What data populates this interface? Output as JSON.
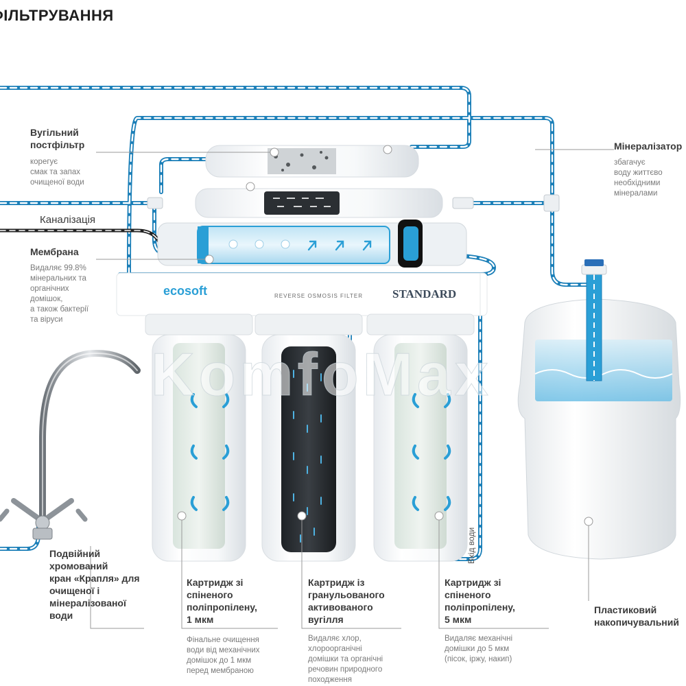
{
  "page": {
    "title": "ФІЛЬТРУВАННЯ"
  },
  "device": {
    "logo": "ecosoft",
    "label_small": "REVERSE OSMOSIS FILTER",
    "model": "STANDARD"
  },
  "watermark": "KomfoMax",
  "labels": {
    "postfilter": {
      "title": "Вугільний постфільтр",
      "desc": [
        "корегує",
        "смак та запах",
        "очищеної води"
      ]
    },
    "drain": {
      "title": "Каналізація"
    },
    "membrane": {
      "title": "Мембрана",
      "desc": [
        "Видаляє 99.8%",
        "мінеральних та",
        "органічних",
        "домішок,",
        "а також бактерії",
        "та віруси"
      ]
    },
    "mineralizer": {
      "title": "Мінералізатор",
      "desc": [
        "збагачує",
        "воду життєво",
        "необхідними",
        "мінералами"
      ]
    },
    "faucet": {
      "title": [
        "Подвійний",
        "хромований",
        "кран «Крапля» для",
        "очищеної і",
        "мінералізованої",
        "води"
      ]
    },
    "cart1": {
      "title": [
        "Картридж зі",
        "спіненого",
        "поліпропілену,",
        "1 мкм"
      ],
      "desc": [
        "Фінальне очищення",
        "води від механічних",
        "домішок до 1 мкм",
        "перед мембраною"
      ]
    },
    "cart2": {
      "title": [
        "Картридж із",
        "гранульованого",
        "активованого",
        "вугілля"
      ],
      "desc": [
        "Видаляє хлор,",
        "хлороорганічні",
        "домішки та органічні",
        "речовин природного",
        "походження"
      ]
    },
    "cart3": {
      "title": [
        "Картридж зі",
        "спіненого",
        "поліпропілену,",
        "5 мкм"
      ],
      "desc": [
        "Видаляє механічні",
        "домішки до 5 мкм",
        "(пісок, іржу, накип)"
      ]
    },
    "inlet": {
      "title": "Вхід води"
    },
    "tank": {
      "title": [
        "Пластиковий",
        "накопичувальний"
      ]
    }
  },
  "colors": {
    "pipe": "#2a9fd6",
    "pipe_dark": "#1b7fb8",
    "housing": "#f1f4f6",
    "carbon": "#2b2f33",
    "text_dark": "#3a3a3a",
    "text_light": "#7a7a7a",
    "drain": "#222222"
  }
}
